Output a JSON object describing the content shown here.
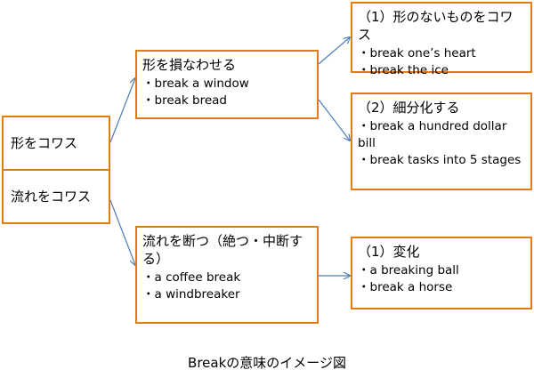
{
  "root": {
    "top_label": "形をコワス",
    "bottom_label": "流れをコワス"
  },
  "mid_top": {
    "title": "形を損なわせる",
    "items": [
      "・break a window",
      "・break bread"
    ]
  },
  "mid_bottom": {
    "title": "流れを断つ（絶つ・中断する）",
    "items": [
      "・a coffee break",
      "・a windbreaker"
    ]
  },
  "right_1": {
    "title": "（1）形のないものをコワス",
    "items": [
      "・break one’s heart",
      "・break the ice"
    ]
  },
  "right_2": {
    "title": "（2）細分化する",
    "items": [
      "・break a hundred dollar bill",
      "・break tasks into 5 stages"
    ]
  },
  "right_3": {
    "title": "（1）変化",
    "items": [
      "・a breaking ball",
      "・break a horse"
    ]
  },
  "caption": "Breakの意味のイメージ図",
  "colors": {
    "box_border": "#e07b1a",
    "arrow": "#4a7ebb"
  }
}
